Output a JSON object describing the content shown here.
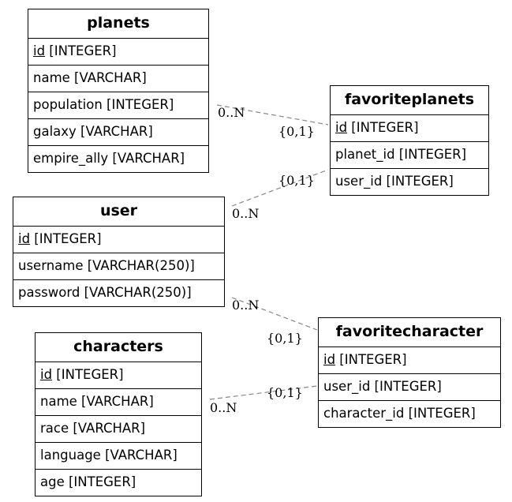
{
  "entities": {
    "planets": {
      "title": "planets",
      "fields": [
        {
          "pk": "id",
          "text": " [INTEGER]"
        },
        {
          "text": "name [VARCHAR]"
        },
        {
          "text": "population [INTEGER]"
        },
        {
          "text": "galaxy [VARCHAR]"
        },
        {
          "text": "empire_ally [VARCHAR]"
        }
      ]
    },
    "favoriteplanets": {
      "title": "favoriteplanets",
      "fields": [
        {
          "pk": "id",
          "text": " [INTEGER]"
        },
        {
          "text": "planet_id [INTEGER]"
        },
        {
          "text": "user_id [INTEGER]"
        }
      ]
    },
    "user": {
      "title": "user",
      "fields": [
        {
          "pk": "id",
          "text": " [INTEGER]"
        },
        {
          "text": "username [VARCHAR(250)]"
        },
        {
          "text": "password [VARCHAR(250)]"
        }
      ]
    },
    "favoritecharacter": {
      "title": "favoritecharacter",
      "fields": [
        {
          "pk": "id",
          "text": " [INTEGER]"
        },
        {
          "text": "user_id [INTEGER]"
        },
        {
          "text": "character_id [INTEGER]"
        }
      ]
    },
    "characters": {
      "title": "characters",
      "fields": [
        {
          "pk": "id",
          "text": " [INTEGER]"
        },
        {
          "text": "name [VARCHAR]"
        },
        {
          "text": "race [VARCHAR]"
        },
        {
          "text": "language [VARCHAR]"
        },
        {
          "text": "age [INTEGER]"
        }
      ]
    }
  },
  "relationships": [
    {
      "from": "planets",
      "to": "favoriteplanets",
      "from_card": "0..N",
      "to_card": "{0,1}"
    },
    {
      "from": "user",
      "to": "favoriteplanets",
      "from_card": "0..N",
      "to_card": "{0,1}"
    },
    {
      "from": "user",
      "to": "favoritecharacter",
      "from_card": "0..N",
      "to_card": "{0,1}"
    },
    {
      "from": "characters",
      "to": "favoritecharacter",
      "from_card": "0..N",
      "to_card": "{0,1}"
    }
  ],
  "colors": {
    "line": "#888888",
    "border": "#000000",
    "background": "#ffffff"
  }
}
